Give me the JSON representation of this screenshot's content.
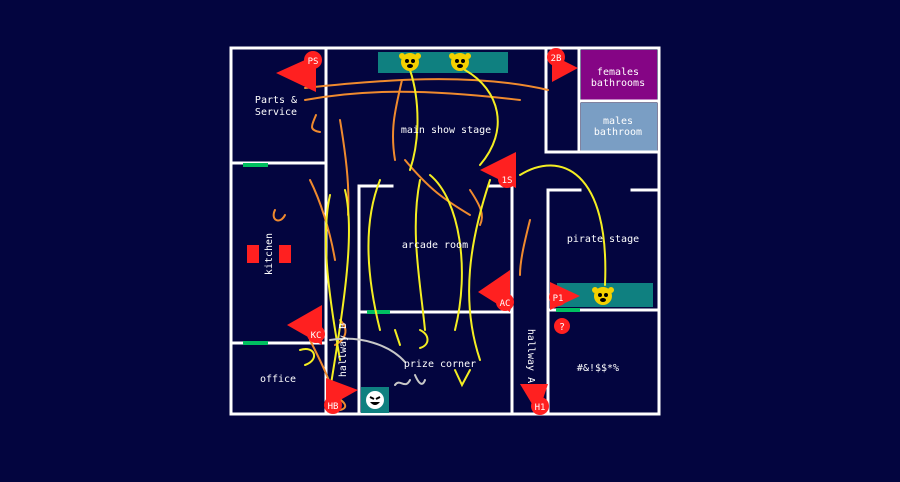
{
  "colors": {
    "background": "#03053f",
    "wall": "#ffffff",
    "door": "#00c060",
    "female_room": "#850585",
    "male_room": "#7a9ec4",
    "stage_platform": "#0f8080",
    "camera": "#ff2020",
    "path_orange": "#f08a2e",
    "path_yellow": "#f4ee22",
    "path_gray": "#c8c8c8"
  },
  "rooms": {
    "parts_service_1": "Parts &",
    "parts_service_2": "Service",
    "main_show_stage": "main show stage",
    "females_1": "females",
    "females_2": "bathrooms",
    "males_1": "males",
    "males_2": "bathroom",
    "kitchen": "kitchen",
    "arcade_room": "arcade room",
    "pirate_stage": "pirate stage",
    "hallway_b": "hallway B",
    "hallway_a": "hallway A",
    "office": "office",
    "prize_corner": "prize corner",
    "unknown_room": "#&!$$*%"
  },
  "cameras": {
    "ps": "PS",
    "two_b": "2B",
    "one_s": "1S",
    "ac": "AC",
    "p1": "P1",
    "kc": "KC",
    "hb": "HB",
    "h1": "H1",
    "question": "?"
  },
  "icons": {
    "animatronic": "animatronic-face-icon",
    "puppet": "puppet-face-icon",
    "camera": "camera-marker-icon"
  }
}
